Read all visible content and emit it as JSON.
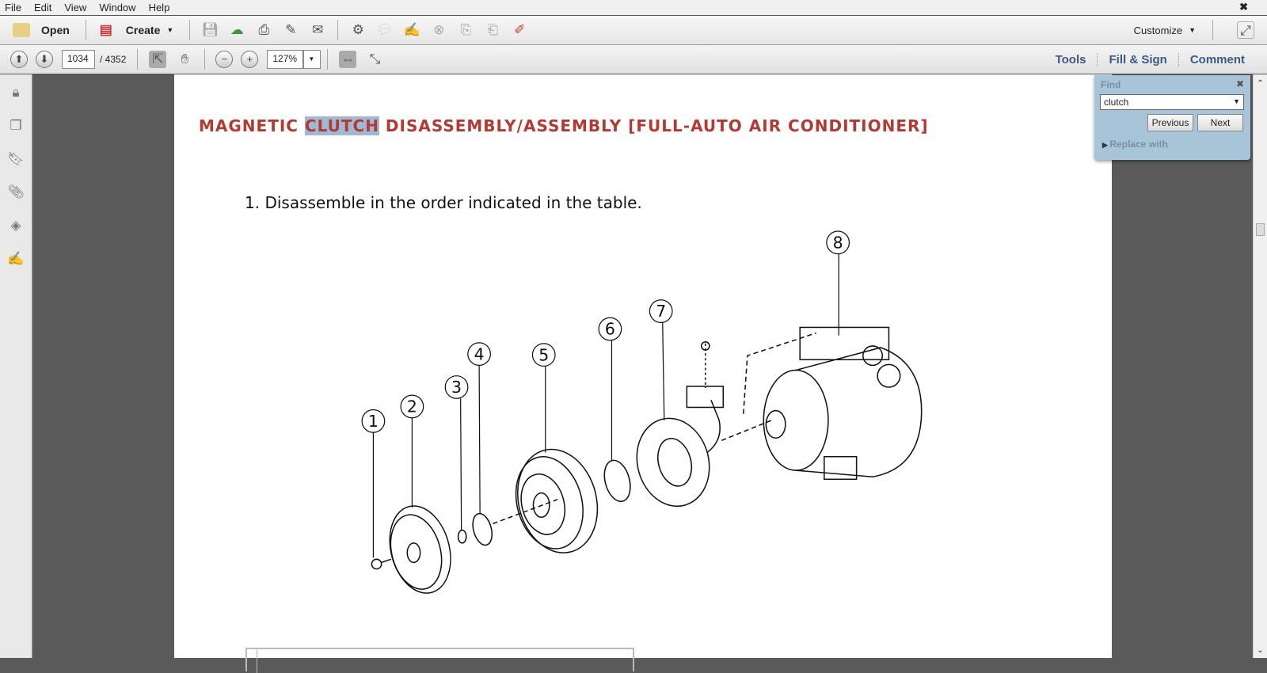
{
  "menu": [
    "File",
    "Edit",
    "View",
    "Window",
    "Help"
  ],
  "toolbar": {
    "open": "Open",
    "create": "Create",
    "customize": "Customize"
  },
  "nav": {
    "page": "1034",
    "total": "/ 4352",
    "zoom": "127%"
  },
  "panes": [
    "Tools",
    "Fill & Sign",
    "Comment"
  ],
  "find": {
    "label": "Find",
    "value": "clutch",
    "previous": "Previous",
    "next": "Next",
    "replace": "Replace with"
  },
  "doc": {
    "title_pre": "MAGNETIC ",
    "title_hl": "CLUTCH",
    "title_post": " DISASSEMBLY/ASSEMBLY [FULL-AUTO AIR CONDITIONER]",
    "step": "1. Disassemble in the order indicated in the table.",
    "callouts": [
      "1",
      "2",
      "3",
      "4",
      "5",
      "6",
      "7",
      "8"
    ]
  }
}
